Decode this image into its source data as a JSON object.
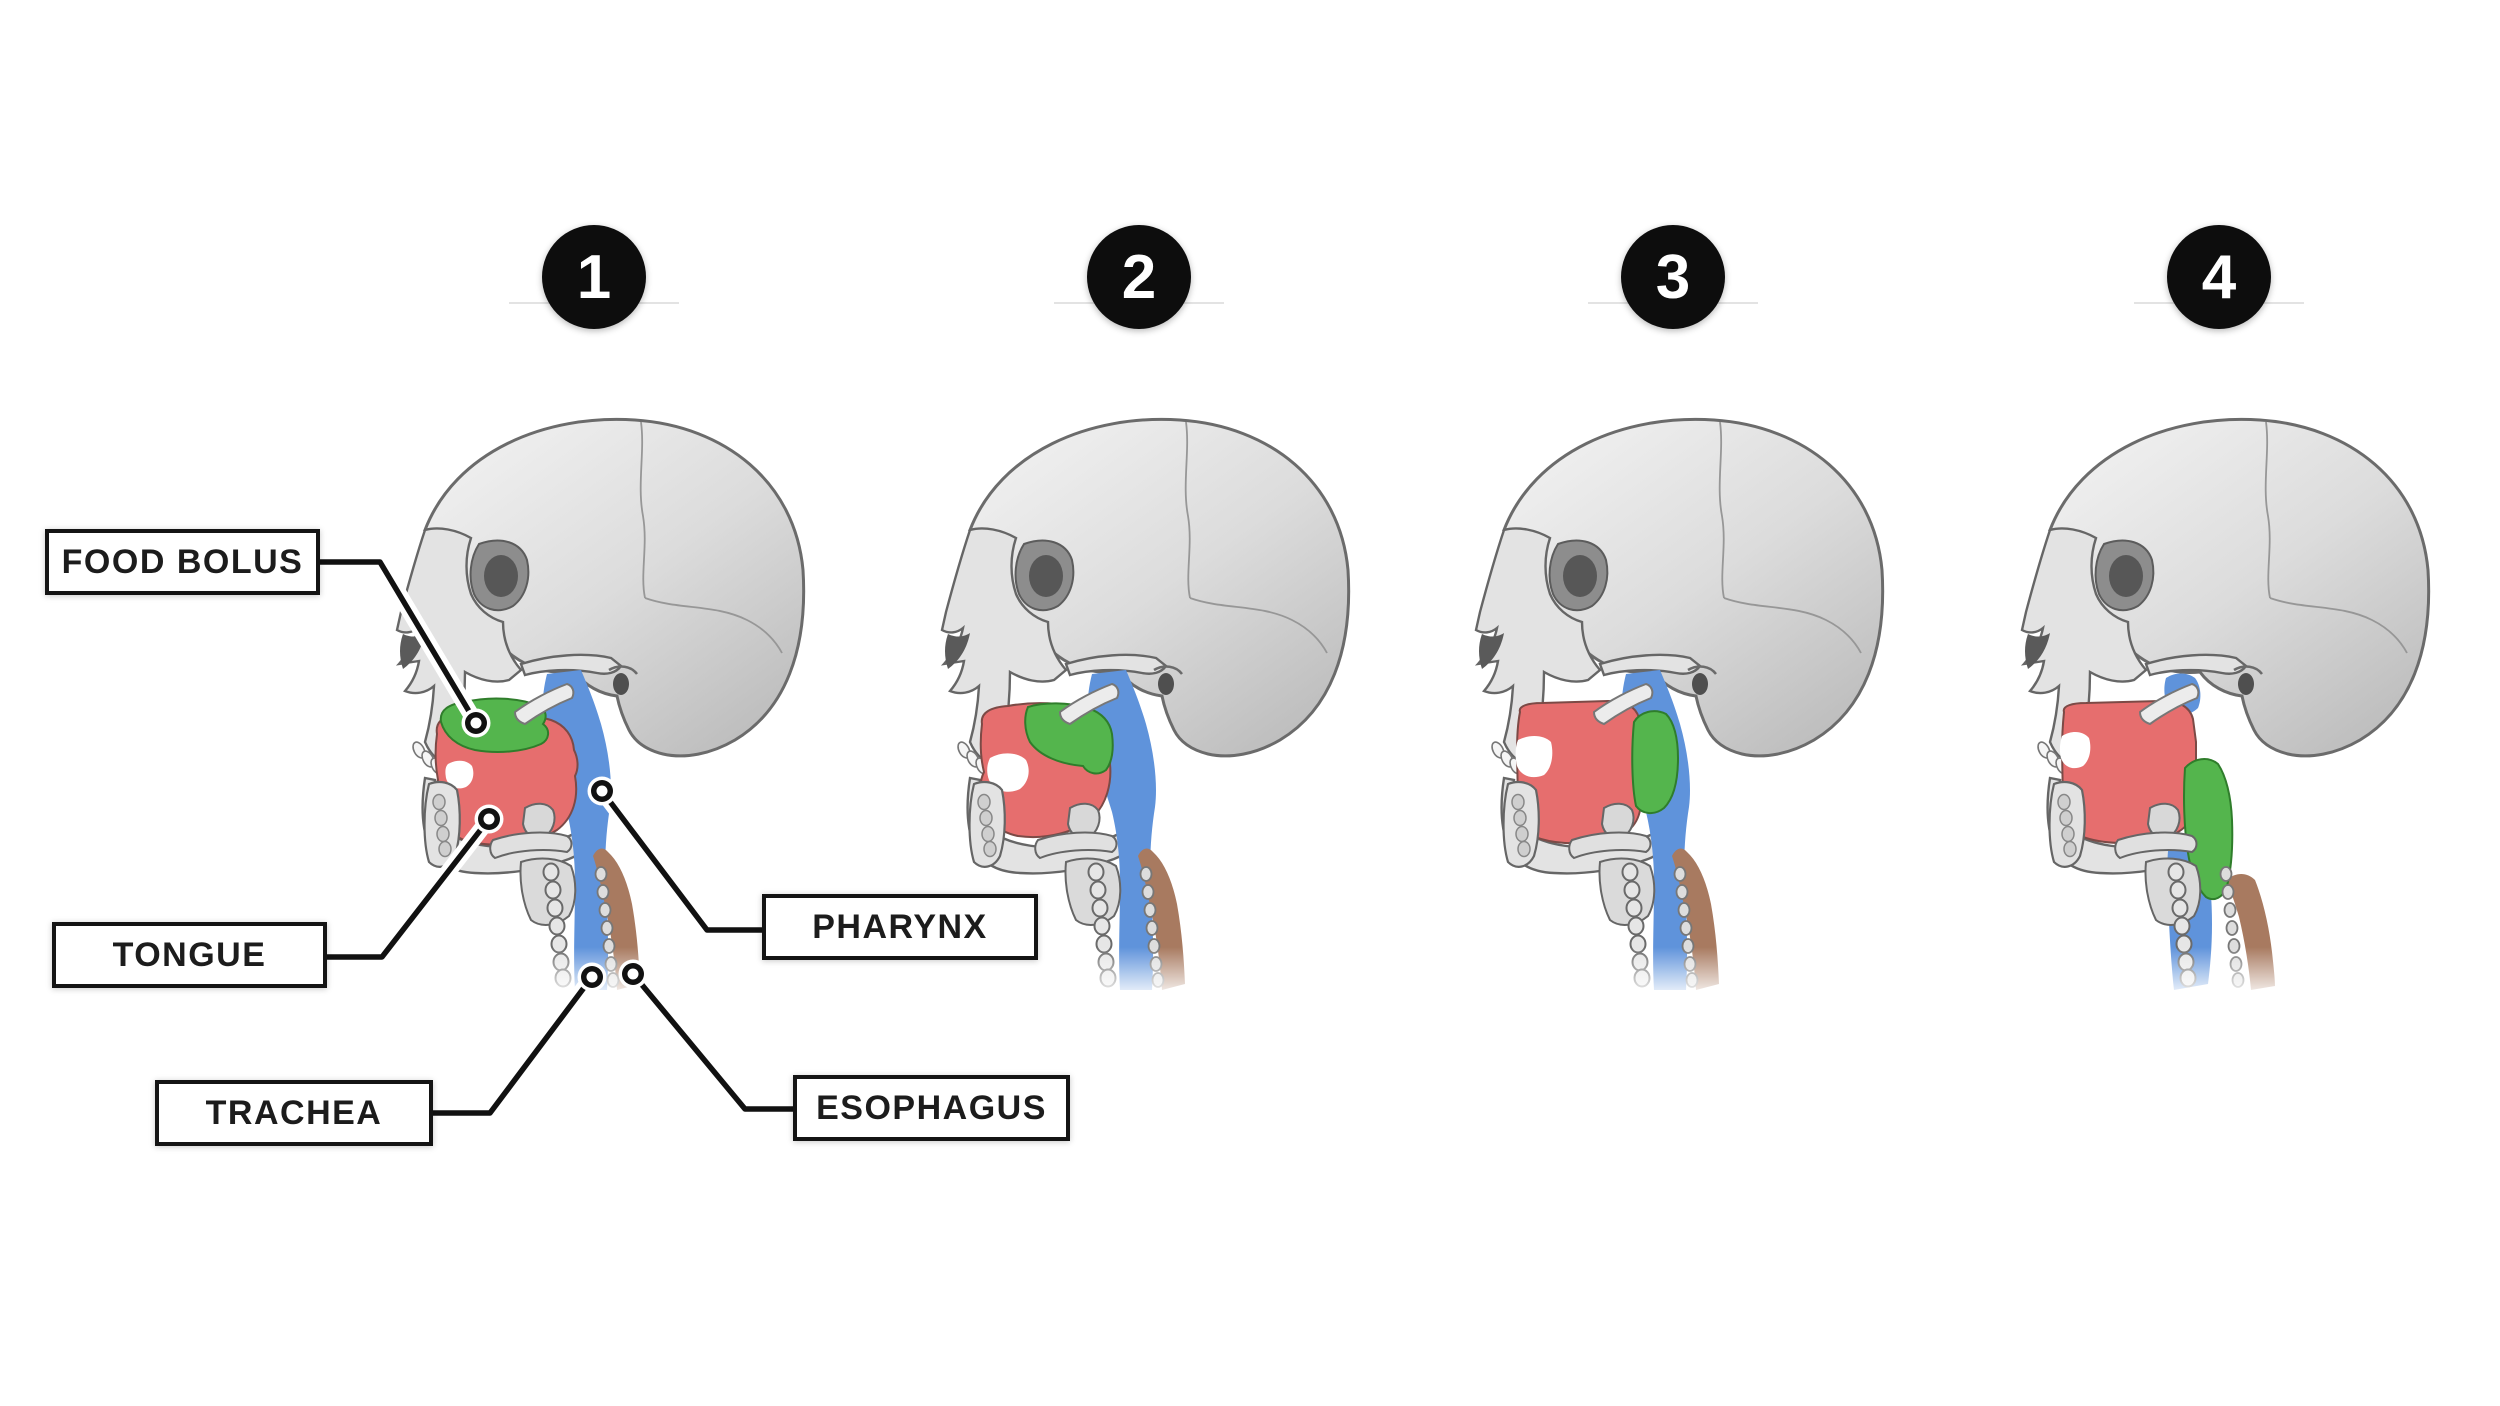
{
  "figure": {
    "description": "Four-stage lateral skull diagram of swallowing (deglutition): a food bolus moves from the tongue through the pharynx toward the esophagus, shown in numbered stages 1-4",
    "stages": [
      {
        "number": "1"
      },
      {
        "number": "2"
      },
      {
        "number": "3"
      },
      {
        "number": "4"
      }
    ],
    "callouts": [
      {
        "id": "food-bolus",
        "label": "FOOD BOLUS"
      },
      {
        "id": "tongue",
        "label": "TONGUE"
      },
      {
        "id": "trachea",
        "label": "TRACHEA"
      },
      {
        "id": "pharynx",
        "label": "PHARYNX"
      },
      {
        "id": "esophagus",
        "label": "ESOPHAGUS"
      }
    ]
  },
  "colors": {
    "food_bolus_green": "#54b54d",
    "tongue_red": "#e66e6e",
    "airway_blue": "#5f93db",
    "esophagus_brown": "#a87a60",
    "badge_black": "#0d0d0d"
  }
}
